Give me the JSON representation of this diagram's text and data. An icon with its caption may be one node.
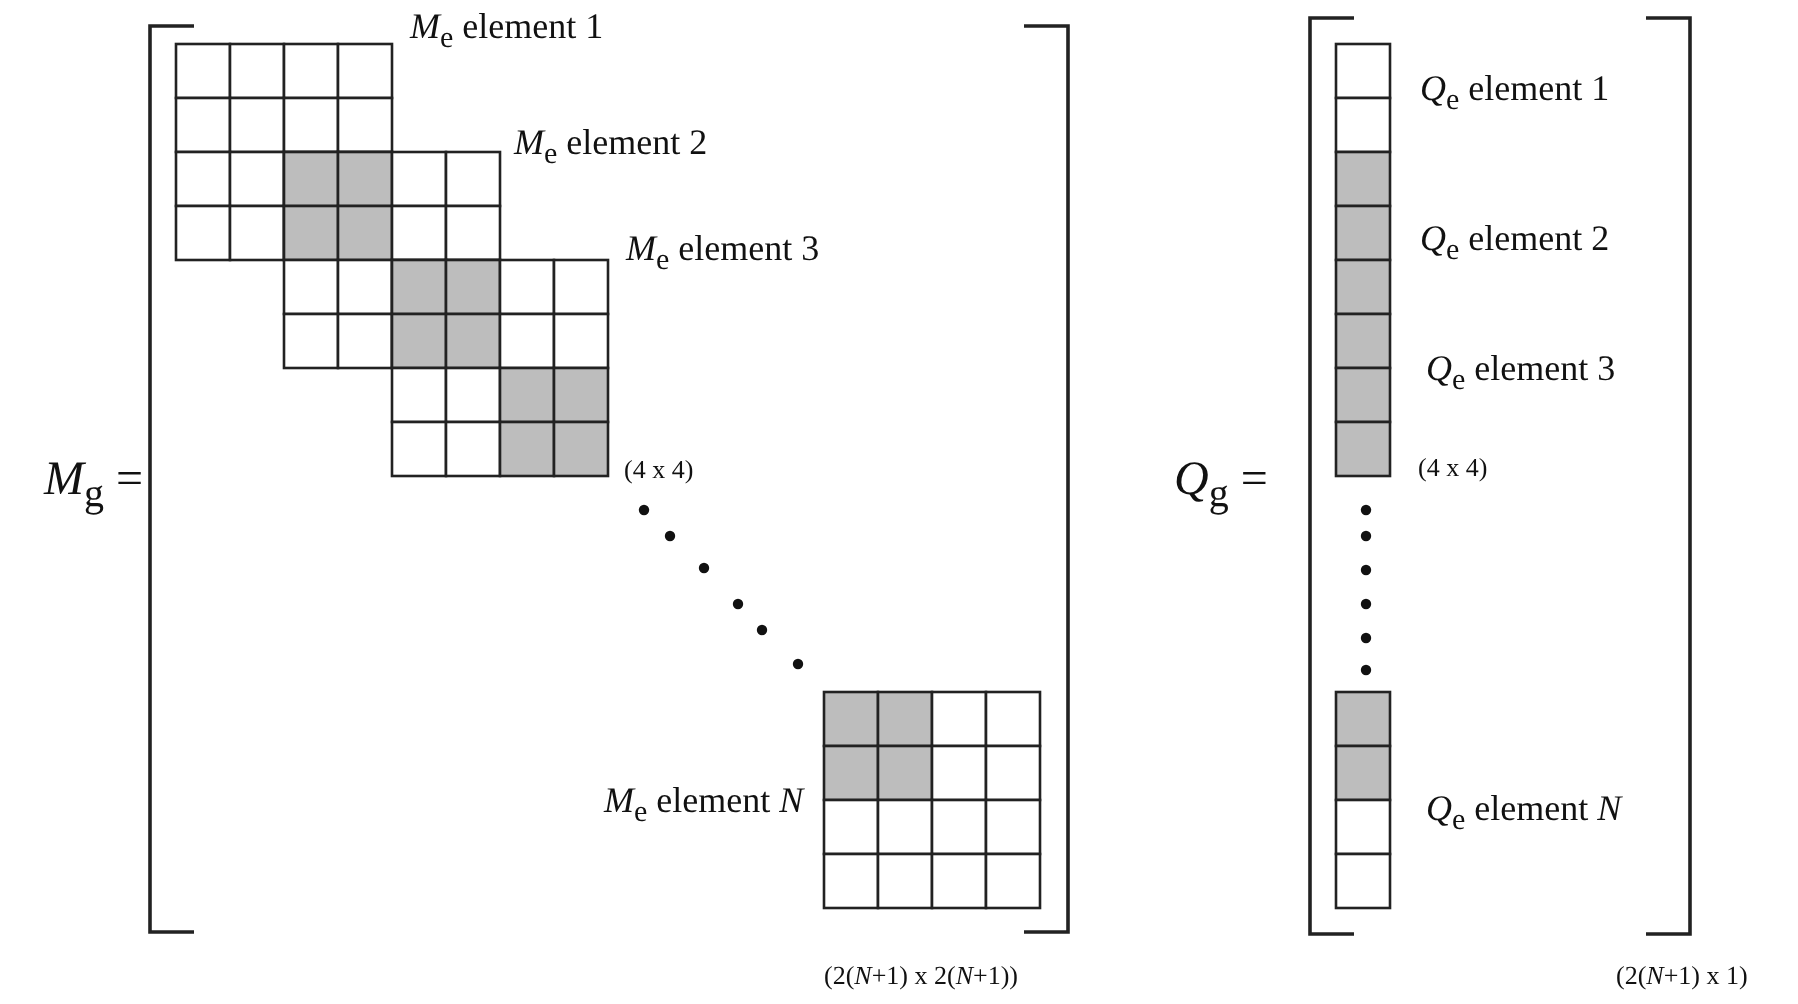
{
  "diagram": {
    "labels": [
      "*M*$_{e}$ element 1",
      "*M*$_{e}$ element 2",
      "*M*$_{e}$ element 3",
      "(4 x 4)",
      "*M*$_{g}$ =",
      "*M*$_{e}$ element *N*",
      "(2(*N*+1) x 2(*N*+1))",
      "*Q*$_{e}$ element 1",
      "*Q*$_{e}$ element 2",
      "*Q*$_{e}$ element 3",
      "*Q*$_{g}$ =",
      "(4 x 4)",
      "*Q*$_{e}$ element *N*",
      "(2(*N*+1) x 1)"
    ]
  }
}
